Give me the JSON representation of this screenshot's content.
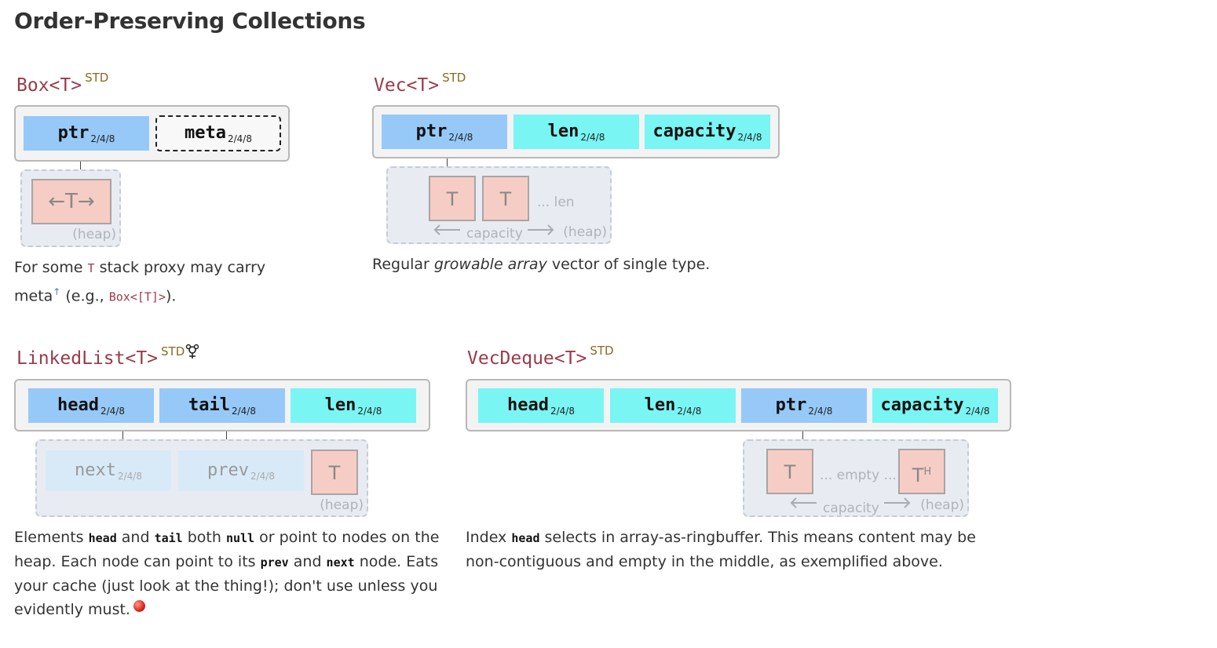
{
  "page": {
    "title": "Order-Preserving Collections"
  },
  "box": {
    "name": "Box<T>",
    "tag": "STD",
    "fields": [
      {
        "label": "ptr",
        "sub": "2/4/8"
      },
      {
        "label": "meta",
        "sub": "2/4/8"
      }
    ],
    "heap_item": "←T→",
    "heap_label": "(heap)",
    "desc": {
      "p1": "For some ",
      "code1": "T",
      "p2": " stack proxy may carry meta",
      "sup": "↑",
      "p3": " (e.g., ",
      "code2": "Box<[T]>",
      "p4": ")."
    }
  },
  "vec": {
    "name": "Vec<T>",
    "tag": "STD",
    "fields": [
      {
        "label": "ptr",
        "sub": "2/4/8"
      },
      {
        "label": "len",
        "sub": "2/4/8"
      },
      {
        "label": "capacity",
        "sub": "2/4/8"
      }
    ],
    "heap_items": [
      "T",
      "T"
    ],
    "len_label": "... len",
    "capacity_label": "capacity",
    "heap_label": "(heap)",
    "desc": {
      "p1": "Regular ",
      "em": "growable array",
      "p2": " vector of single type."
    }
  },
  "linkedlist": {
    "name": "LinkedList<T>",
    "tag": "STD",
    "icon": "hazard-icon",
    "fields": [
      {
        "label": "head",
        "sub": "2/4/8"
      },
      {
        "label": "tail",
        "sub": "2/4/8"
      },
      {
        "label": "len",
        "sub": "2/4/8"
      }
    ],
    "node_fields": [
      {
        "label": "next",
        "sub": "2/4/8"
      },
      {
        "label": "prev",
        "sub": "2/4/8"
      }
    ],
    "node_item": "T",
    "heap_label": "(heap)",
    "desc": {
      "p1": "Elements ",
      "c1": "head",
      "p2": " and ",
      "c2": "tail",
      "p3": " both ",
      "c3": "null",
      "p4": " or point to nodes on the heap. Each node can point to its ",
      "c4": "prev",
      "p5": " and ",
      "c5": "next",
      "p6": " node. Eats your cache (just look at the thing!); don't use unless you evidently must."
    }
  },
  "vecdeque": {
    "name": "VecDeque<T>",
    "tag": "STD",
    "fields": [
      {
        "label": "head",
        "sub": "2/4/8"
      },
      {
        "label": "len",
        "sub": "2/4/8"
      },
      {
        "label": "ptr",
        "sub": "2/4/8"
      },
      {
        "label": "capacity",
        "sub": "2/4/8"
      }
    ],
    "heap_first": "T",
    "empty_label": "... empty ...",
    "heap_last": "T",
    "heap_last_sup": "H",
    "capacity_label": "capacity",
    "heap_label": "(heap)",
    "desc": {
      "p1": "Index ",
      "c1": "head",
      "p2": " selects in array-as-ringbuffer. This means content may be non-contiguous and empty in the middle, as exemplified above."
    }
  }
}
